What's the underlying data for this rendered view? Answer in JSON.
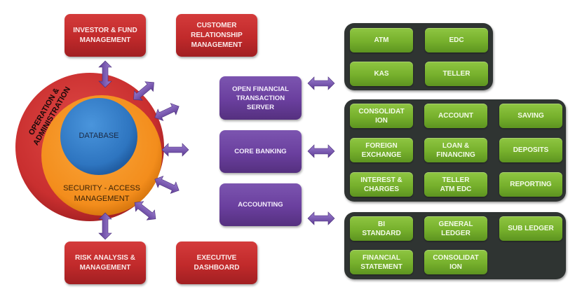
{
  "core": {
    "outer_ring_label": "OPERATION &\nADMINISTRATION",
    "middle_ring_label": "SECURITY - ACCESS\nMANAGEMENT",
    "inner_label": "DATABASE"
  },
  "modules": {
    "investor": "INVESTOR  & FUND\nMANAGEMENT",
    "crm": "CUSTOMER\nRELATIONSHIP\nMANAGEMENT",
    "risk": "RISK ANALYSIS &\nMANAGEMENT",
    "executive": "EXECUTIVE\nDASHBOARD"
  },
  "systems": [
    {
      "label": "OPEN FINANCIAL\nTRANSACTION\nSERVER"
    },
    {
      "label": "CORE BANKING"
    },
    {
      "label": "ACCOUNTING"
    }
  ],
  "panels": {
    "ofts": [
      "ATM",
      "EDC",
      "KAS",
      "TELLER"
    ],
    "core_banking": [
      "CONSOLIDAT\nION",
      "ACCOUNT",
      "SAVING",
      "FOREIGN\nEXCHANGE",
      "LOAN &\nFINANCING",
      "DEPOSITS",
      "INTEREST &\nCHARGES",
      "TELLER\nATM EDC",
      "REPORTING"
    ],
    "accounting": [
      "BI\nSTANDARD",
      "GENERAL\nLEDGER",
      "SUB LEDGER",
      "FINANCIAL\nSTATEMENT",
      "CONSOLIDAT\nION"
    ]
  },
  "colors": {
    "red": "#c12a2b",
    "orange": "#f7931e",
    "blue": "#2e75c0",
    "purple": "#6a3f9e",
    "green": "#76b02c",
    "panel": "#2f3432"
  }
}
